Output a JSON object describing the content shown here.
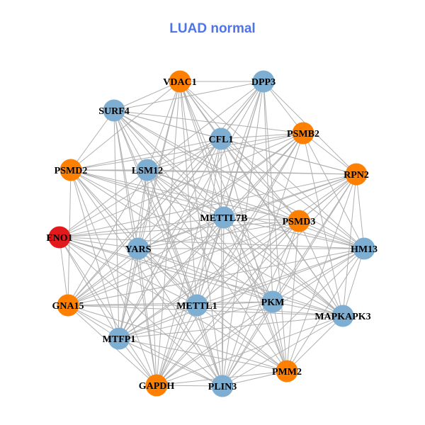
{
  "title": "LUAD normal",
  "colors": {
    "blue": "#7eafd2",
    "orange": "#ff7f00",
    "red": "#e31a1c",
    "edge": "#b0b0b0"
  },
  "nodes": [
    {
      "id": "VDAC1",
      "color": "orange"
    },
    {
      "id": "DPP3",
      "color": "blue"
    },
    {
      "id": "SURF4",
      "color": "blue"
    },
    {
      "id": "CFL1",
      "color": "blue"
    },
    {
      "id": "PSMB2",
      "color": "orange"
    },
    {
      "id": "PSMD2",
      "color": "orange"
    },
    {
      "id": "LSM12",
      "color": "blue"
    },
    {
      "id": "RPN2",
      "color": "orange"
    },
    {
      "id": "METTL7B",
      "color": "blue"
    },
    {
      "id": "PSMD3",
      "color": "orange"
    },
    {
      "id": "ENO1",
      "color": "red"
    },
    {
      "id": "YARS",
      "color": "blue"
    },
    {
      "id": "HM13",
      "color": "blue"
    },
    {
      "id": "GNA15",
      "color": "orange"
    },
    {
      "id": "METTL1",
      "color": "blue"
    },
    {
      "id": "PKM",
      "color": "blue"
    },
    {
      "id": "MAPKAPK3",
      "color": "blue"
    },
    {
      "id": "MTFP1",
      "color": "blue"
    },
    {
      "id": "GAPDH",
      "color": "orange"
    },
    {
      "id": "PLIN3",
      "color": "blue"
    },
    {
      "id": "PMM2",
      "color": "orange"
    }
  ],
  "adjacency": {
    "0": [
      1,
      2,
      3,
      5,
      6,
      8,
      9,
      11,
      12,
      14,
      15,
      16,
      17,
      18,
      19,
      20
    ],
    "1": [
      2,
      3,
      4,
      6,
      7,
      8,
      11,
      13,
      14,
      15,
      17,
      18,
      19,
      20
    ],
    "2": [
      3,
      4,
      5,
      6,
      7,
      8,
      9,
      11,
      12,
      14,
      15,
      16,
      17,
      18,
      19
    ],
    "3": [
      4,
      5,
      6,
      7,
      9,
      10,
      11,
      12,
      13,
      14,
      16,
      17,
      18,
      19,
      20
    ],
    "4": [
      5,
      6,
      7,
      8,
      10,
      11,
      12,
      13,
      14,
      16,
      17,
      18,
      19
    ],
    "5": [
      6,
      7,
      8,
      9,
      11,
      12,
      13,
      14,
      15,
      16,
      17,
      18,
      19
    ],
    "6": [
      7,
      8,
      9,
      10,
      11,
      12,
      13,
      14,
      15,
      16,
      17,
      18,
      19,
      20
    ],
    "7": [
      8,
      9,
      10,
      11,
      12,
      13,
      14,
      15,
      16,
      17,
      18,
      19,
      20
    ],
    "8": [
      9,
      10,
      11,
      12,
      13,
      14,
      15,
      16,
      17,
      18,
      19,
      20
    ],
    "9": [
      10,
      11,
      12,
      13,
      14,
      15,
      16,
      17,
      18,
      19,
      20
    ],
    "10": [
      11,
      12,
      13,
      14,
      15,
      16,
      17,
      18,
      19,
      20
    ],
    "11": [
      12,
      13,
      14,
      15,
      16,
      17,
      18,
      19,
      20
    ],
    "12": [
      13,
      14,
      15,
      16,
      17,
      18,
      19,
      20
    ],
    "13": [
      14,
      15,
      16,
      17,
      18,
      19,
      20
    ],
    "14": [
      15,
      16,
      17,
      18,
      19,
      20
    ],
    "15": [
      16,
      17,
      18,
      19,
      20
    ],
    "16": [
      17,
      18,
      19,
      20
    ],
    "17": [
      18,
      19,
      20
    ],
    "18": [
      19,
      20
    ],
    "19": [
      20
    ]
  }
}
